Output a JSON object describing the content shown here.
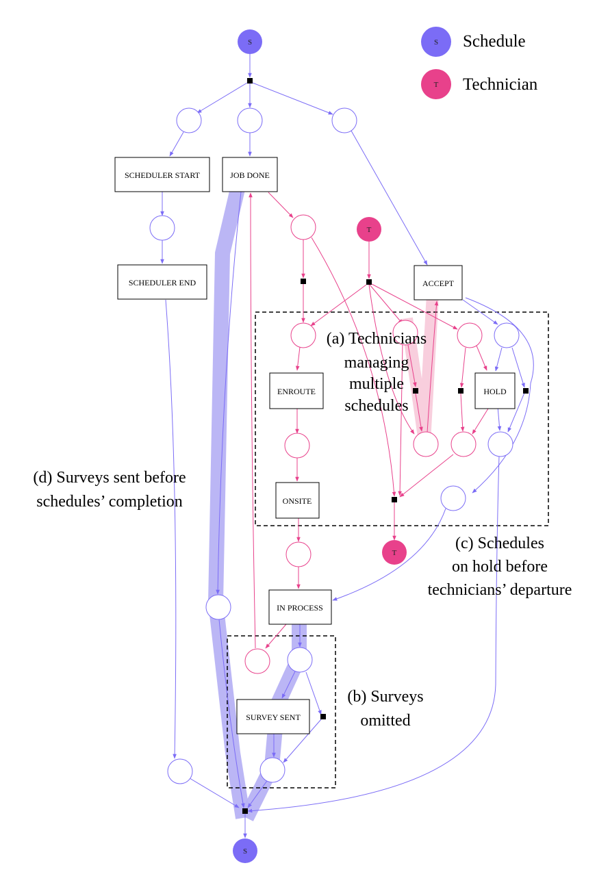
{
  "colors": {
    "schedule": "#7b6cf6",
    "technician": "#e8418b",
    "highlight_schedule": "#b7b2f4",
    "highlight_technician": "#f7c9d9"
  },
  "legend": [
    {
      "token": "S",
      "label": "Schedule"
    },
    {
      "token": "T",
      "label": "Technician"
    }
  ],
  "tokens": {
    "schedule_start": "S",
    "schedule_end": "S",
    "technician_start": "T",
    "technician_end": "T"
  },
  "activities": {
    "scheduler_start": "SCHEDULER START",
    "scheduler_end": "SCHEDULER END",
    "job_done": "JOB DONE",
    "accept": "ACCEPT",
    "enroute": "ENROUTE",
    "onsite": "ONSITE",
    "hold": "HOLD",
    "in_process": "IN PROCESS",
    "survey_sent": "SURVEY SENT"
  },
  "annotations": {
    "a": [
      "(a) Technicians",
      "managing",
      "multiple",
      "schedules"
    ],
    "b": [
      "(b) Surveys",
      "omitted"
    ],
    "c": [
      "(c) Schedules",
      "on hold before",
      "technicians’ departure"
    ],
    "d": [
      "(d) Surveys sent before",
      "schedules’ completion"
    ]
  }
}
